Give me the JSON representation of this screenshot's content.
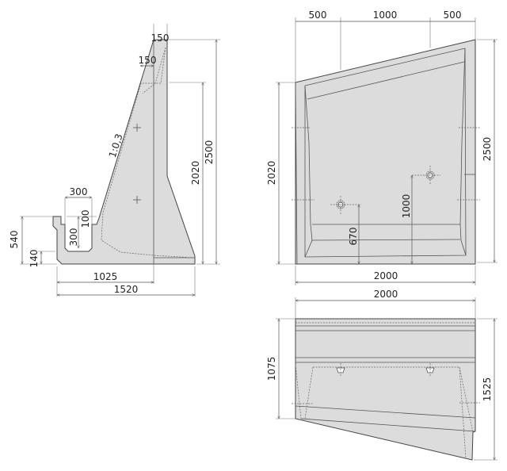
{
  "side_view": {
    "dims": {
      "top_width": "150",
      "inner_width": "150",
      "slope": "1:0,3",
      "channel_width": "300",
      "channel_lip": "100",
      "channel_depth": "300",
      "total_height_left": "540",
      "base_height": "140",
      "base_to_wall": "1025",
      "base_total": "1520",
      "inner_height": "2020",
      "total_height": "2500"
    }
  },
  "front_view": {
    "dims": {
      "top_left": "500",
      "top_mid": "1000",
      "top_right": "500",
      "left_height": "2020",
      "right_height": "2500",
      "width": "2000",
      "hole1_height": "670",
      "hole2_height": "1000"
    }
  },
  "plan_view": {
    "dims": {
      "width": "2000",
      "left_depth": "1075",
      "right_depth": "1525"
    }
  }
}
